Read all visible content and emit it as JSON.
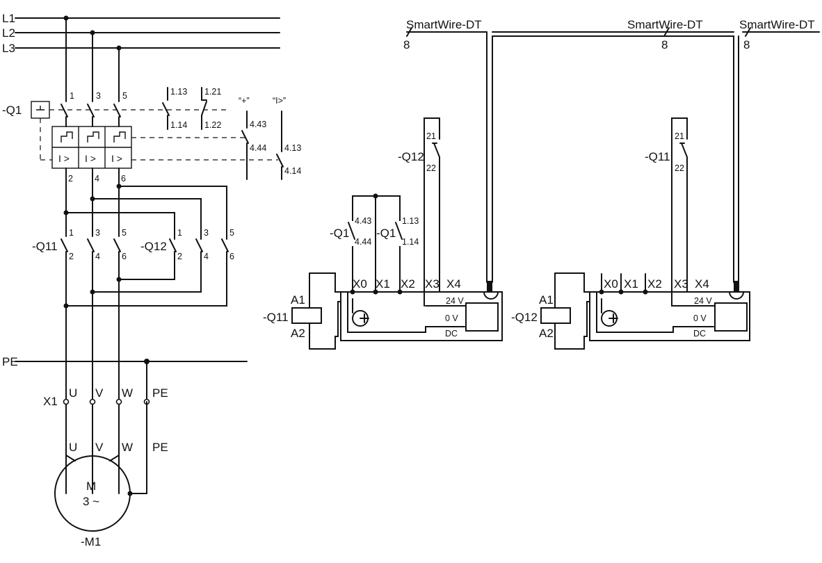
{
  "lines": {
    "l1": "L1",
    "l2": "L2",
    "l3": "L3",
    "pe": "PE"
  },
  "breaker": {
    "label": "-Q1",
    "main_terms_top": [
      "1",
      "3",
      "5"
    ],
    "main_terms_bottom": [
      "2",
      "4",
      "6"
    ],
    "trip_symbol": "I >",
    "aux": [
      {
        "top": "1.13",
        "bottom": "1.14"
      },
      {
        "top": "1.21",
        "bottom": "1.22"
      }
    ],
    "signal_plus": {
      "caption": "“+”",
      "top": "4.43",
      "bottom": "4.44"
    },
    "signal_trip": {
      "caption": "“I>”",
      "top": "4.13",
      "bottom": "4.14"
    }
  },
  "contactor_q11": {
    "label": "-Q11",
    "terms_top": [
      "1",
      "3",
      "5"
    ],
    "terms_bottom": [
      "2",
      "4",
      "6"
    ]
  },
  "contactor_q12": {
    "label": "-Q12",
    "terms_top": [
      "1",
      "3",
      "5"
    ],
    "terms_bottom": [
      "2",
      "4",
      "6"
    ]
  },
  "terminal": {
    "label": "X1",
    "u": "U",
    "v": "V",
    "w": "W",
    "pe": "PE"
  },
  "motor": {
    "u": "U",
    "v": "V",
    "w": "W",
    "pe": "PE",
    "m": "M",
    "phase": "3 ~",
    "label": "-M1"
  },
  "bus": {
    "name": "SmartWire-DT",
    "count": "8"
  },
  "module_left": {
    "coil": "-Q11",
    "a1": "A1",
    "a2": "A2",
    "inputs": [
      "X0",
      "X1",
      "X2",
      "X3",
      "X4"
    ],
    "v24": "24 V",
    "v0": "0 V",
    "dc": "DC",
    "interlock": {
      "label": "-Q12",
      "top": "21",
      "bottom": "22"
    },
    "q1_contact_a": {
      "label": "-Q1",
      "top": "4.43",
      "bottom": "4.44"
    },
    "q1_contact_b": {
      "label": "-Q1",
      "top": "1.13",
      "bottom": "1.14"
    }
  },
  "module_right": {
    "coil": "-Q12",
    "a1": "A1",
    "a2": "A2",
    "inputs": [
      "X0",
      "X1",
      "X2",
      "X3",
      "X4"
    ],
    "v24": "24 V",
    "v0": "0 V",
    "dc": "DC",
    "interlock": {
      "label": "-Q11",
      "top": "21",
      "bottom": "22"
    }
  }
}
